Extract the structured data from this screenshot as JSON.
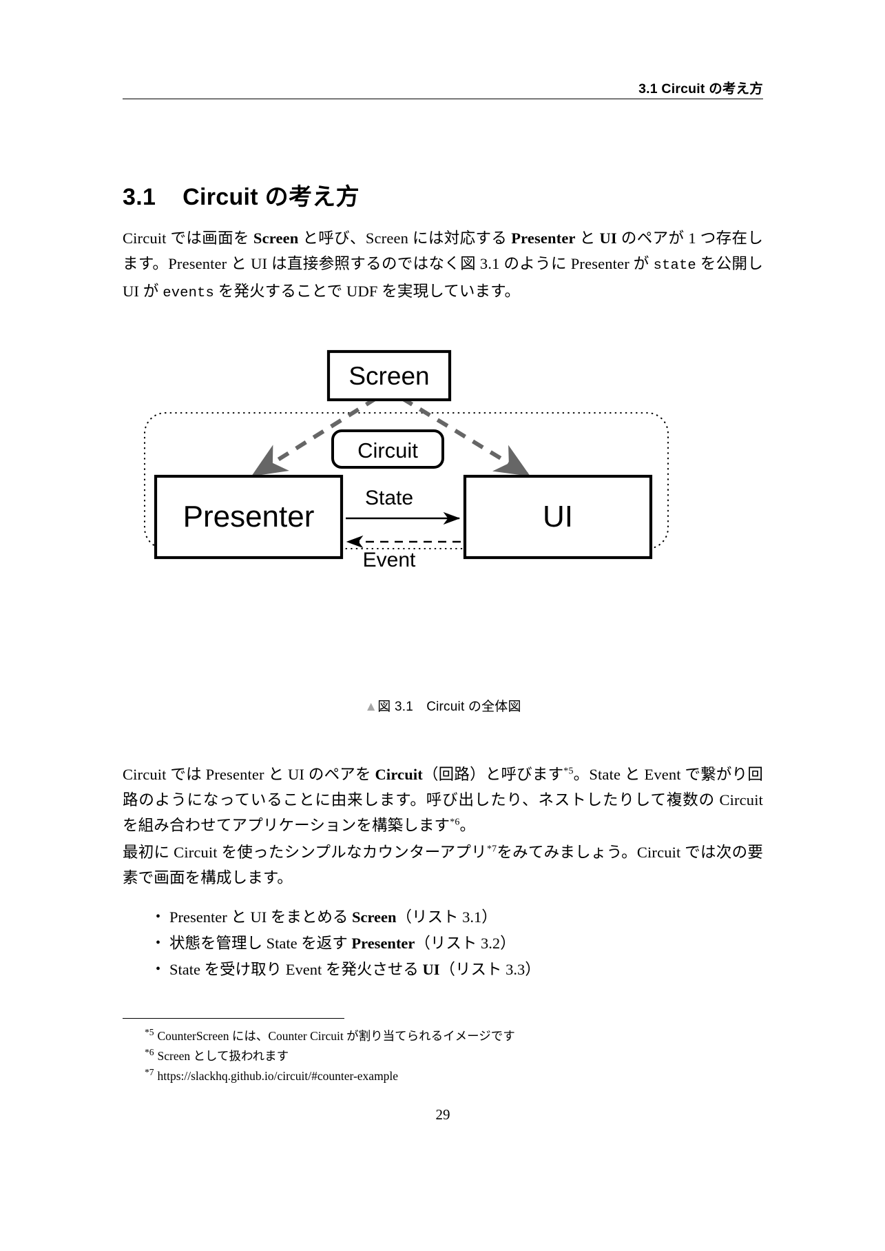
{
  "header": {
    "running_title": "3.1 Circuit の考え方"
  },
  "section": {
    "number": "3.1",
    "title": "Circuit の考え方",
    "heading_full": "3.1    Circuit の考え方"
  },
  "paragraphs": {
    "p1_seg1": "Circuit では画面を ",
    "p1_b1": "Screen",
    "p1_seg2": " と呼び、Screen には対応する ",
    "p1_b2": "Presenter",
    "p1_seg3": " と ",
    "p1_b3": "UI",
    "p1_seg4": " のペアが 1 つ存在します。Presenter と UI は直接参照するのではなく図 3.1 のように Presenter が ",
    "p1_mono1": "state",
    "p1_seg5": " を公開し UI が ",
    "p1_mono2": "events",
    "p1_seg6": " を発火することで UDF を実現しています。",
    "p2_seg1": "Circuit では Presenter と UI のペアを ",
    "p2_b1": "Circuit",
    "p2_seg2": "（回路）と呼びます",
    "p2_sup1": "*5",
    "p2_seg3": "。State と Event で繋がり回路のようになっていることに由来します。呼び出したり、ネストしたりして複数の Circuit を組み合わせてアプリケーションを構築します",
    "p2_sup2": "*6",
    "p2_seg4": "。",
    "p3_seg1": "最初に Circuit を使ったシンプルなカウンターアプリ",
    "p3_sup1": "*7",
    "p3_seg2": "をみてみましょう。Circuit では次の要素で画面を構成します。"
  },
  "figure": {
    "caption_triangle": "▲",
    "caption_text": "図 3.1　Circuit の全体図",
    "nodes": {
      "screen": "Screen",
      "circuit": "Circuit",
      "presenter": "Presenter",
      "ui": "UI"
    },
    "edges": {
      "state": "State",
      "event": "Event"
    },
    "colors": {
      "node_stroke": "#000000",
      "dashed_arrow": "#666666",
      "boundary_dotted": "#000000",
      "fill": "#ffffff"
    }
  },
  "bullets": [
    {
      "pre": "Presenter と UI をまとめる ",
      "bold": "Screen",
      "post": "（リスト 3.1）"
    },
    {
      "pre": "状態を管理し State を返す ",
      "bold": "Presenter",
      "post": "（リスト 3.2）"
    },
    {
      "pre": "State を受け取り Event を発火させる ",
      "bold": "UI",
      "post": "（リスト 3.3）"
    }
  ],
  "footnotes": [
    {
      "marker": "*5",
      "text": "CounterScreen には、Counter Circuit が割り当てられるイメージです"
    },
    {
      "marker": "*6",
      "text": "Screen として扱われます"
    },
    {
      "marker": "*7",
      "text": "https://slackhq.github.io/circuit/#counter-example"
    }
  ],
  "page_number": "29"
}
